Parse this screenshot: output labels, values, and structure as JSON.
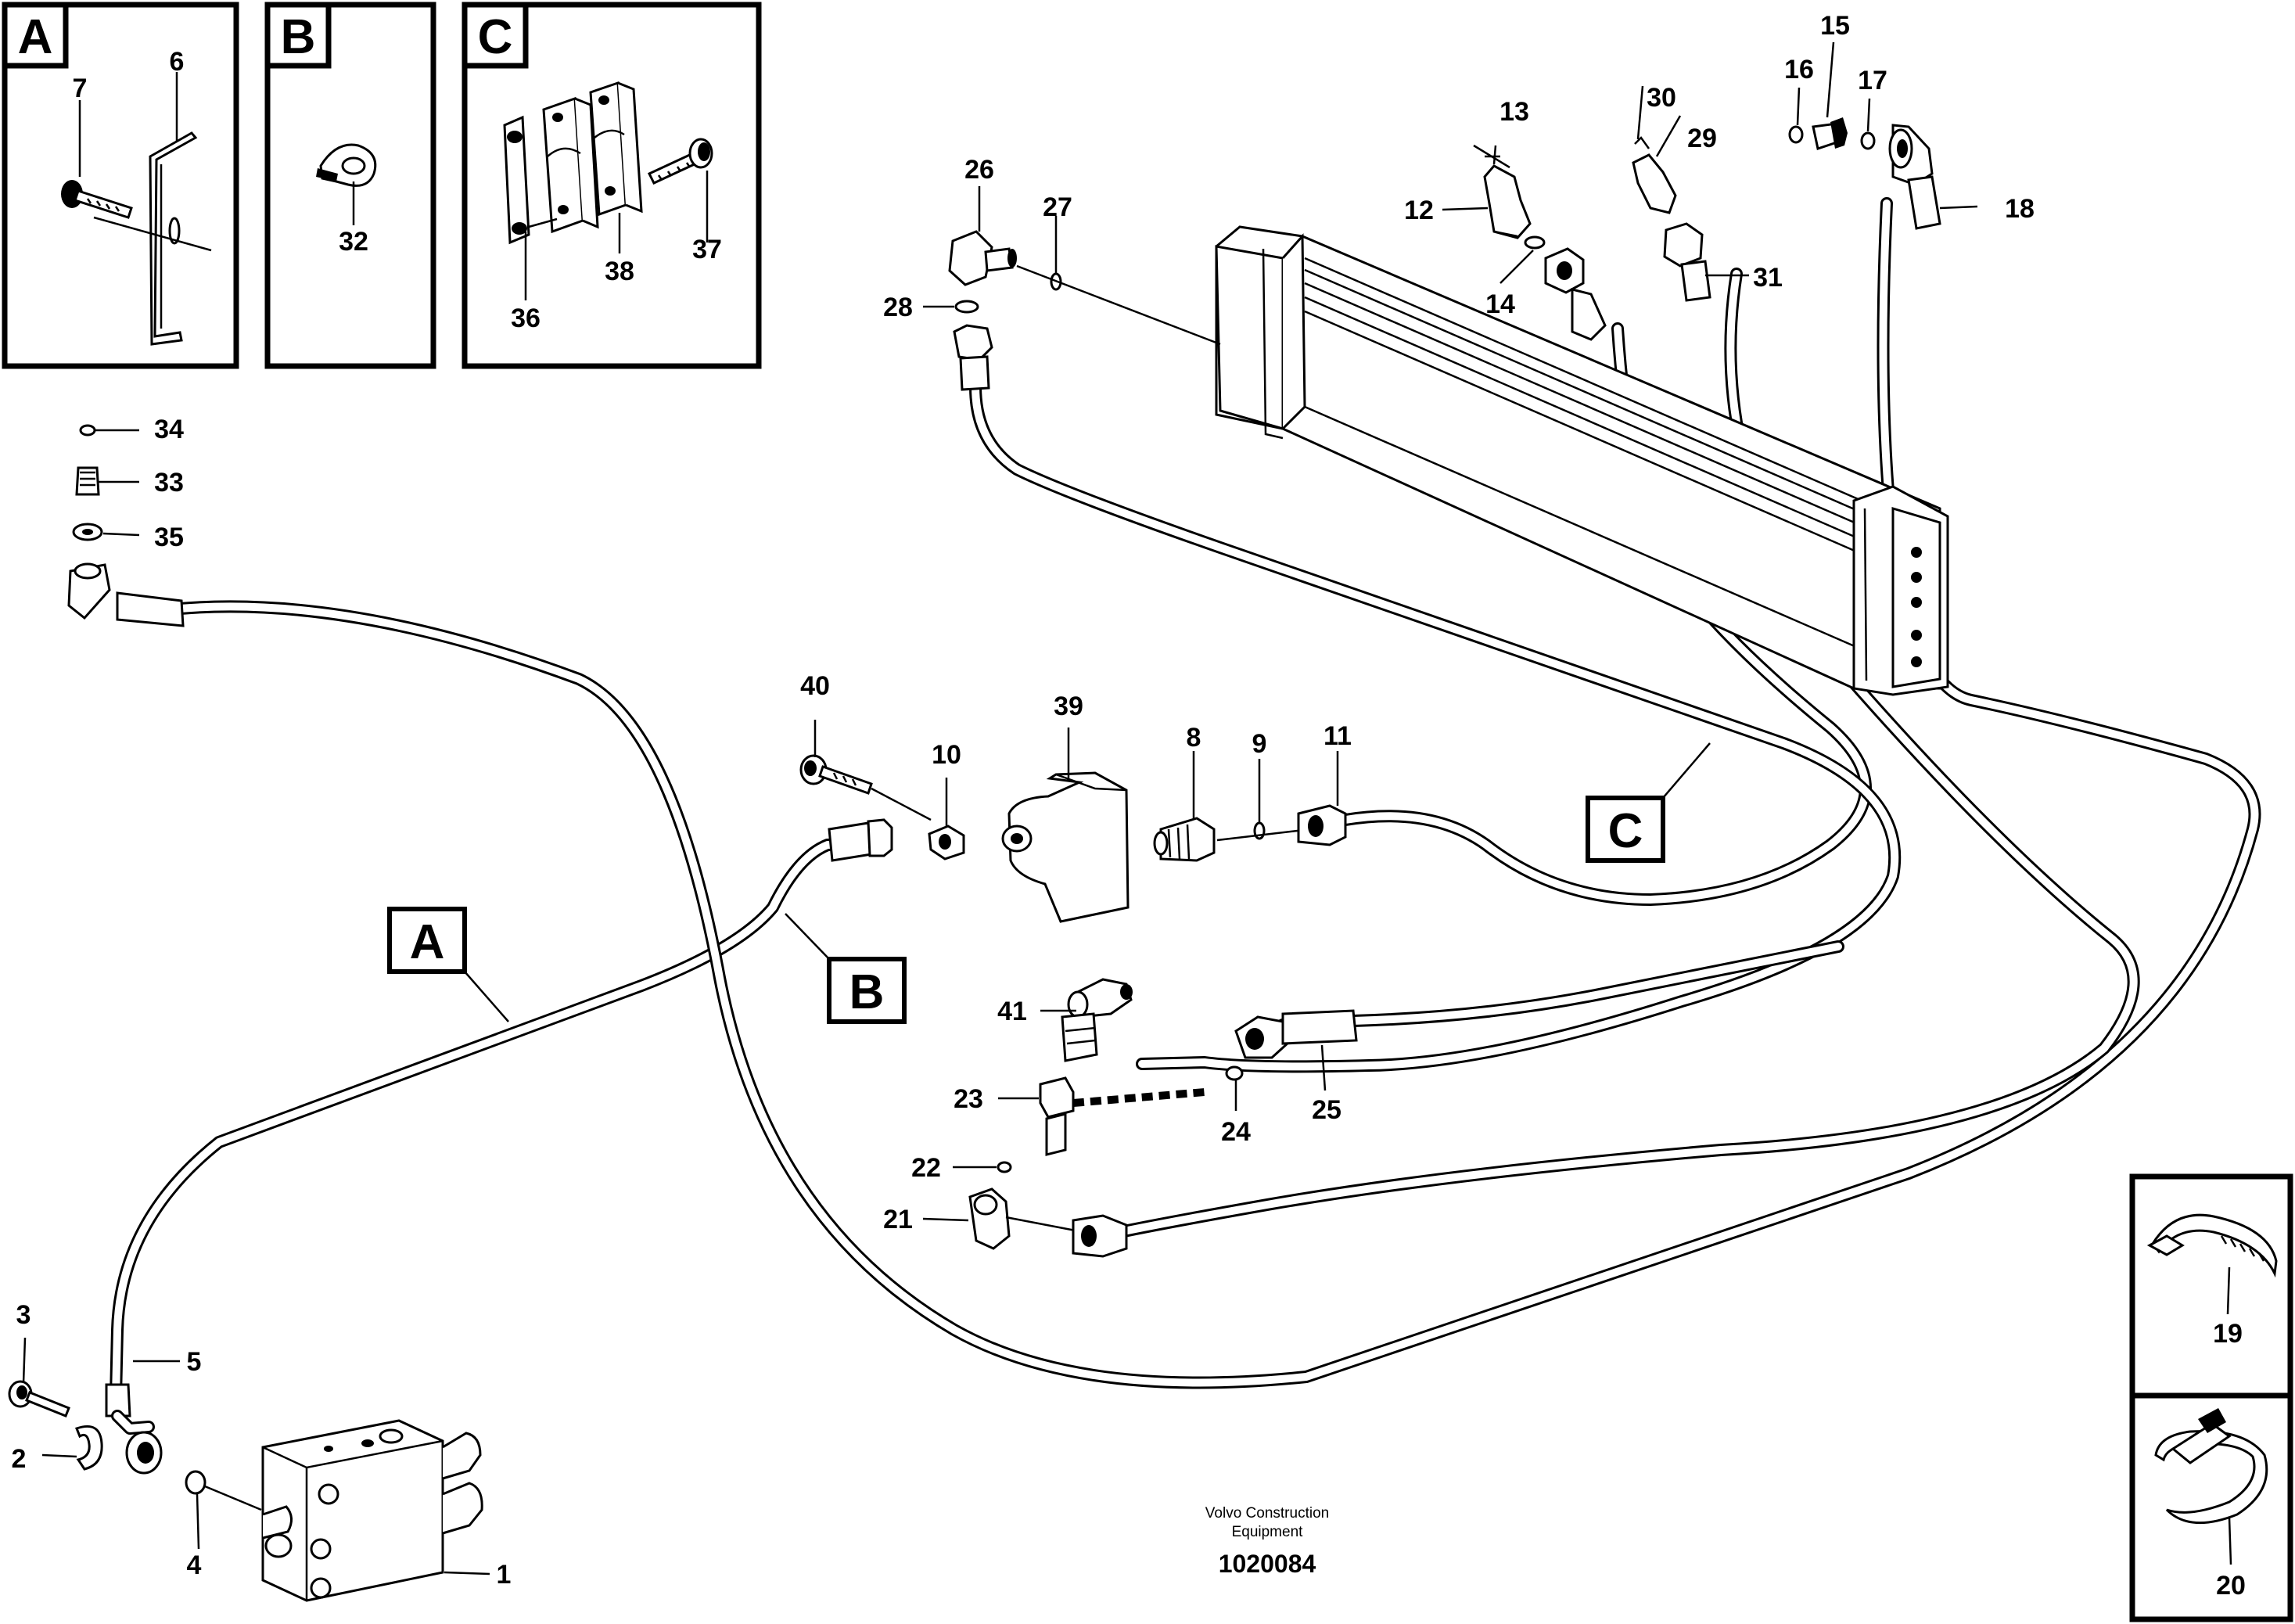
{
  "callouts": {
    "1": "1",
    "2": "2",
    "3": "3",
    "4": "4",
    "5": "5",
    "6": "6",
    "7": "7",
    "8": "8",
    "9": "9",
    "10": "10",
    "11": "11",
    "12": "12",
    "13": "13",
    "14": "14",
    "15": "15",
    "16": "16",
    "17": "17",
    "18": "18",
    "19": "19",
    "20": "20",
    "21": "21",
    "22": "22",
    "23": "23",
    "24": "24",
    "25": "25",
    "26": "26",
    "27": "27",
    "28": "28",
    "29": "29",
    "30": "30",
    "31": "31",
    "32": "32",
    "33": "33",
    "34": "34",
    "35": "35",
    "36": "36",
    "37": "37",
    "38": "38",
    "39": "39",
    "40": "40",
    "41": "41"
  },
  "detail_boxes": {
    "a": "A",
    "b": "B",
    "c": "C"
  },
  "reference_labels": {
    "a": "A",
    "b": "B",
    "c": "C"
  },
  "footer": {
    "company_line1": "Volvo Construction",
    "company_line2": "Equipment",
    "drawing_number": "1020084"
  }
}
